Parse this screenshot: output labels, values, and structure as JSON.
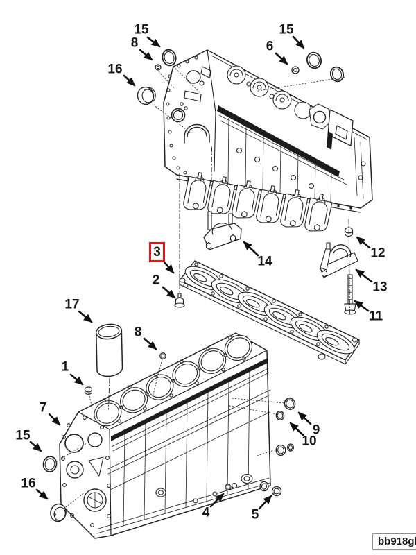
{
  "figure": {
    "code": "bb918gl",
    "type": "exploded-parts-diagram",
    "subject": "cylinder block assembly",
    "background_color": "#ffffff",
    "line_color": "#232323",
    "highlight": {
      "part": "3",
      "color": "#e8121a"
    }
  },
  "callouts": [
    {
      "label": "15",
      "highlighted": false
    },
    {
      "label": "8",
      "highlighted": false
    },
    {
      "label": "16",
      "highlighted": false
    },
    {
      "label": "6",
      "highlighted": false
    },
    {
      "label": "15",
      "highlighted": false
    },
    {
      "label": "3",
      "highlighted": true
    },
    {
      "label": "2",
      "highlighted": false
    },
    {
      "label": "14",
      "highlighted": false
    },
    {
      "label": "12",
      "highlighted": false
    },
    {
      "label": "13",
      "highlighted": false
    },
    {
      "label": "11",
      "highlighted": false
    },
    {
      "label": "17",
      "highlighted": false
    },
    {
      "label": "8",
      "highlighted": false
    },
    {
      "label": "1",
      "highlighted": false
    },
    {
      "label": "7",
      "highlighted": false
    },
    {
      "label": "15",
      "highlighted": false
    },
    {
      "label": "16",
      "highlighted": false
    },
    {
      "label": "9",
      "highlighted": false
    },
    {
      "label": "10",
      "highlighted": false
    },
    {
      "label": "4",
      "highlighted": false
    },
    {
      "label": "5",
      "highlighted": false
    }
  ]
}
